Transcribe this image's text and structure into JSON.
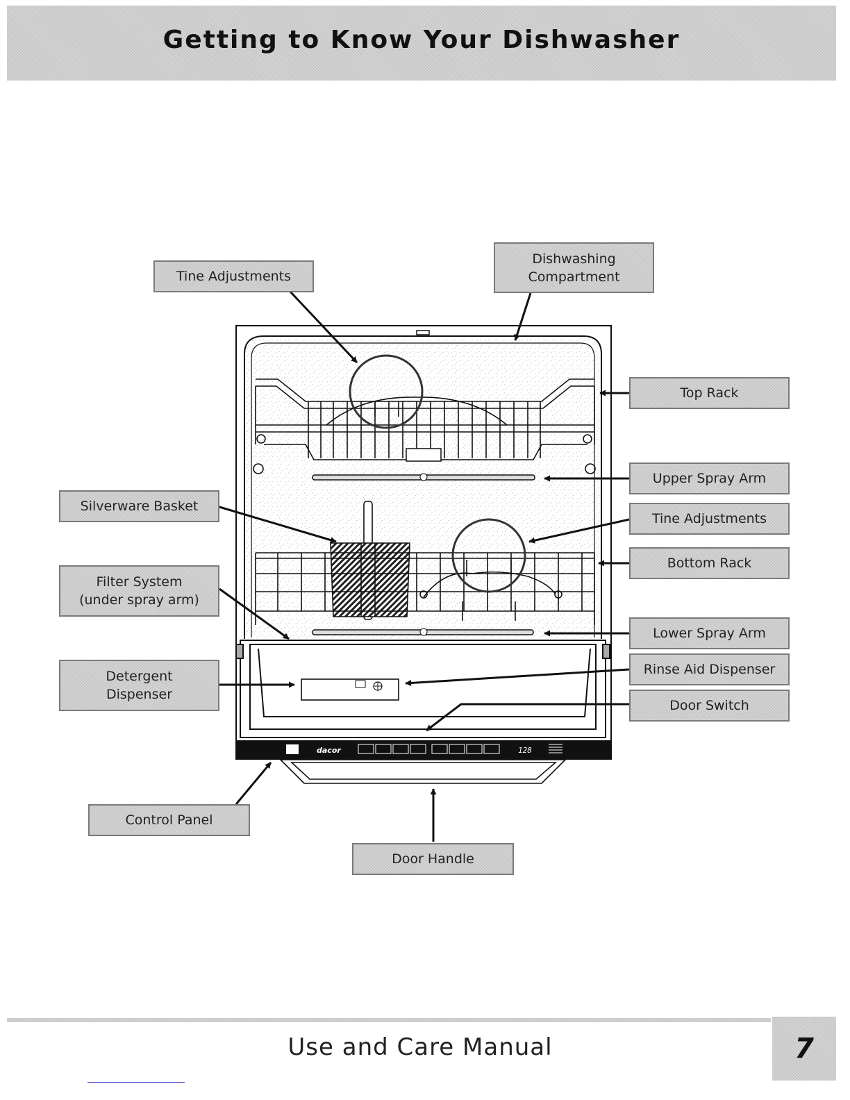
{
  "header": {
    "title": "Getting to Know Your Dishwasher"
  },
  "callouts": {
    "tine_adjustments_top": "Tine Adjustments",
    "dishwashing_compartment": "Dishwashing\nCompartment",
    "top_rack": "Top Rack",
    "upper_spray_arm": "Upper Spray Arm",
    "silverware_basket": "Silverware Basket",
    "tine_adjustments_bottom": "Tine Adjustments",
    "bottom_rack": "Bottom Rack",
    "filter_system": "Filter System\n(under spray arm)",
    "lower_spray_arm": "Lower Spray Arm",
    "detergent_dispenser": "Detergent\nDispenser",
    "rinse_aid_dispenser": "Rinse Aid Dispenser",
    "door_switch": "Door Switch",
    "control_panel": "Control Panel",
    "door_handle": "Door Handle"
  },
  "control_panel_display": "128",
  "footer": {
    "manual_title": "Use and Care Manual",
    "page_number": "7"
  },
  "colors": {
    "callout_fill": "#d6d6d6",
    "ink": "#111111",
    "panel": "#111111"
  }
}
